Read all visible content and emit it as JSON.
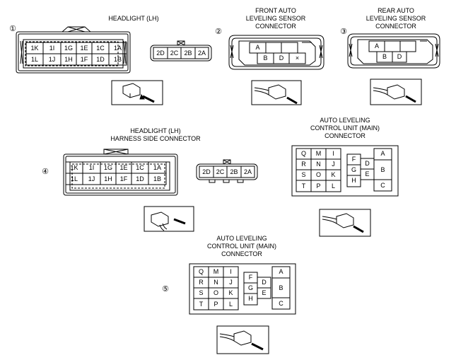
{
  "callouts": [
    "①",
    "②",
    "③",
    "④",
    "⑤"
  ],
  "titles": {
    "headlight_lh": "HEADLIGHT (LH)",
    "front_sensor": [
      "FRONT AUTO",
      "LEVELING SENSOR",
      "CONNECTOR"
    ],
    "rear_sensor": [
      "REAR AUTO",
      "LEVELING SENSOR",
      "CONNECTOR"
    ],
    "harness_side": [
      "HEADLIGHT (LH)",
      "HARNESS SIDE CONNECTOR"
    ],
    "control_unit_main_a": [
      "AUTO LEVELING",
      "CONTROL UNIT (MAIN)",
      "CONNECTOR"
    ],
    "control_unit_main_b": [
      "AUTO LEVELING",
      "CONTROL UNIT (MAIN)",
      "CONNECTOR"
    ]
  },
  "headlight_pins": [
    "1K",
    "1I",
    "1G",
    "1E",
    "1C",
    "1A",
    "1L",
    "1J",
    "1H",
    "1F",
    "1D",
    "1B"
  ],
  "small_pins": [
    "2D",
    "2C",
    "2B",
    "2A"
  ],
  "sensor_pins": [
    "A",
    "B",
    "D"
  ],
  "cu_pins": [
    "Q",
    "M",
    "I",
    "R",
    "N",
    "J",
    "S",
    "O",
    "K",
    "T",
    "P",
    "L",
    "F",
    "G",
    "H",
    "D",
    "E",
    "A",
    "B",
    "C"
  ]
}
